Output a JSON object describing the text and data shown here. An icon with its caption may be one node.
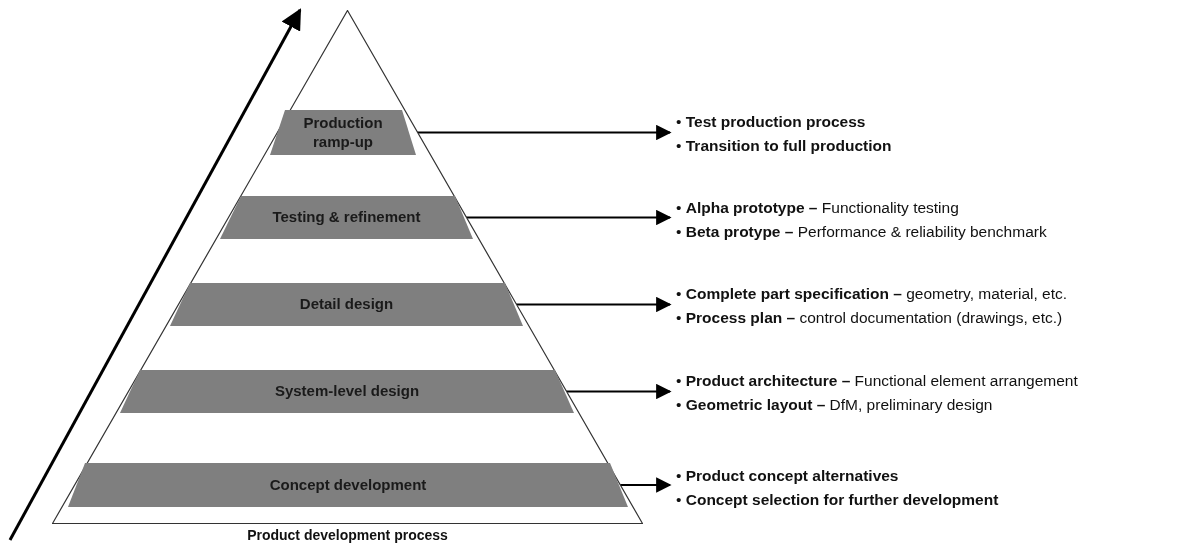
{
  "diagram": {
    "nodes": [
      {
        "text": [
          "Product development process"
        ]
      },
      {
        "text": [
          "Production ramp-up"
        ],
        "in": 0
      },
      {
        "text": [
          "Testing & refinement"
        ],
        "in": 0
      },
      {
        "text": [
          "Detail design"
        ],
        "in": 0
      },
      {
        "text": [
          "System-level design"
        ],
        "in": 0
      },
      {
        "text": [
          "Concept development"
        ],
        "in": 0
      },
      {
        "text": [
          "• **Test production process**",
          "• **Transition to full production**"
        ]
      },
      {
        "text": [
          "• **Alpha prototype –** Functionality testing",
          "• **Beta protype –** Performance & reliability benchmark"
        ]
      },
      {
        "text": [
          "• **Complete part specification –** geometry, material, etc.",
          "• **Process plan –** control documentation (drawings, etc.)"
        ]
      },
      {
        "text": [
          "• **Product architecture –** Functional element arrangement",
          "• **Geometric layout –** DfM, preliminary design"
        ]
      },
      {
        "text": [
          "• **Product concept alternatives**",
          "• **Concept selection for further development**"
        ]
      }
    ],
    "edges": [
      {
        "from": 1,
        "to": 6,
        "arrow": "to"
      },
      {
        "from": 2,
        "to": 7,
        "arrow": "to"
      },
      {
        "from": 3,
        "to": 8,
        "arrow": "to"
      },
      {
        "from": 4,
        "to": 9,
        "arrow": "to"
      },
      {
        "from": 5,
        "to": 10,
        "arrow": "to"
      }
    ]
  }
}
